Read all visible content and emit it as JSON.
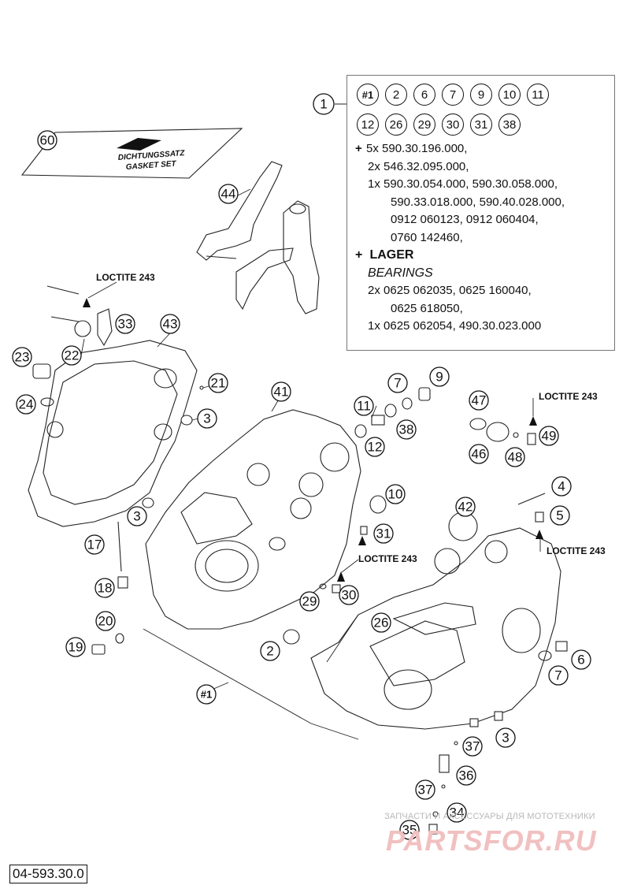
{
  "drawing_number": "04-593.30.0",
  "parts_box": {
    "callout": "1",
    "items": [
      "#1",
      "2",
      "6",
      "7",
      "9",
      "10",
      "11",
      "12",
      "26",
      "29",
      "30",
      "31",
      "38"
    ],
    "lines": [
      "5x 590.30.196.000,",
      "2x 546.32.095.000,",
      "1x 590.30.054.000, 590.30.058.000,",
      "590.33.018.000, 590.40.028.000,",
      "0912 060123, 0912 060404,",
      "0760 142460,"
    ],
    "lager_label": "LAGER",
    "bearings_label": "BEARINGS",
    "bearing_lines": [
      "2x 0625 062035, 0625 160040,",
      "0625 618050,",
      "1x 0625 062054, 490.30.023.000"
    ]
  },
  "gasket_set": {
    "line1": "DICHTUNGSSATZ",
    "line2": "GASKET SET"
  },
  "loctite_label": "LOCTITE 243",
  "callouts": [
    "60",
    "44",
    "33",
    "43",
    "22",
    "23",
    "24",
    "21",
    "3",
    "41",
    "11",
    "7",
    "9",
    "38",
    "12",
    "47",
    "49",
    "46",
    "48",
    "3",
    "10",
    "4",
    "5",
    "17",
    "31",
    "42",
    "18",
    "29",
    "30",
    "26",
    "20",
    "19",
    "2",
    "6",
    "7",
    "#1",
    "3",
    "37",
    "36",
    "37",
    "34",
    "35"
  ],
  "watermark": {
    "top": "ЗАПЧАСТИ И АКСЕССУАРЫ ДЛЯ МОТОТЕХНИКИ",
    "main": "PARTSFOR.RU"
  }
}
